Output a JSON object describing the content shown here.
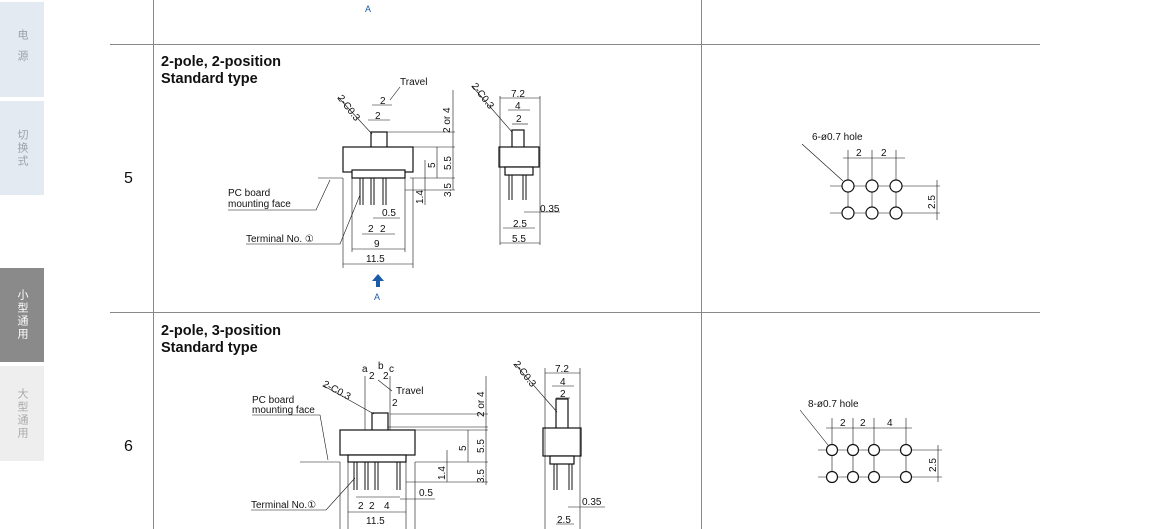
{
  "sidebar": {
    "tabs": [
      {
        "label": "电源",
        "active": false
      },
      {
        "label": "切换式",
        "active": false
      },
      {
        "label": "小型通用",
        "active": true
      },
      {
        "label": "大型通用",
        "active": false
      }
    ]
  },
  "colors": {
    "arrow": "#1a5aa6",
    "active_tab": "#8a8a8a",
    "tab_bg": "#e3eaf2"
  },
  "top_row": {
    "arrow_label": "A"
  },
  "rows": [
    {
      "number": "5",
      "title_line1": "2-pole, 2-position",
      "title_line2": "Standard type",
      "side": {
        "travel": "Travel",
        "chamfer": "2-C0.3",
        "travel_dim": "2",
        "actuator_w": "2",
        "stroke": "2 or 4",
        "h5": "5",
        "h55": "5.5",
        "h35": "3.5",
        "h14": "1.4",
        "pcb1": "PC board",
        "pcb2": "mounting  face",
        "pin_t": "0.5",
        "pitch1": "2",
        "pitch2": "2",
        "terminal": "Terminal  No. ①",
        "w9": "9",
        "w115": "11.5",
        "arrow": "A"
      },
      "front": {
        "chamfer": "2-C0.3",
        "w72": "7.2",
        "w4": "4",
        "w2": "2",
        "pin_t": "0.35",
        "w25": "2.5",
        "w55": "5.5"
      },
      "footprint": {
        "holes": "6-ø0.7 hole",
        "p1": "2",
        "p2": "2",
        "v": "2.5"
      }
    },
    {
      "number": "6",
      "title_line1": "2-pole, 3-position",
      "title_line2": "Standard type",
      "side": {
        "pos_a": "a",
        "pos_b": "b",
        "pos_c": "c",
        "p_ab": "2",
        "p_bc": "2",
        "chamfer": "2-C0.3",
        "travel": "Travel",
        "travel_dim": "2",
        "stroke": "2 or 4",
        "pcb1": "PC board",
        "pcb2": "mounting  face",
        "h5": "5",
        "h55": "5.5",
        "h14": "1.4",
        "h35": "3.5",
        "pin_t": "0.5",
        "terminal": "Terminal  No.①",
        "pitch1": "2",
        "pitch2": "2",
        "pitch3": "4",
        "w115": "11.5"
      },
      "front": {
        "chamfer": "2-C0.3",
        "w72": "7.2",
        "w4": "4",
        "w2": "2",
        "pin_t": "0.35",
        "w25": "2.5"
      },
      "footprint": {
        "holes": "8-ø0.7 hole",
        "p1": "2",
        "p2": "2",
        "p3": "4",
        "v": "2.5"
      }
    }
  ]
}
